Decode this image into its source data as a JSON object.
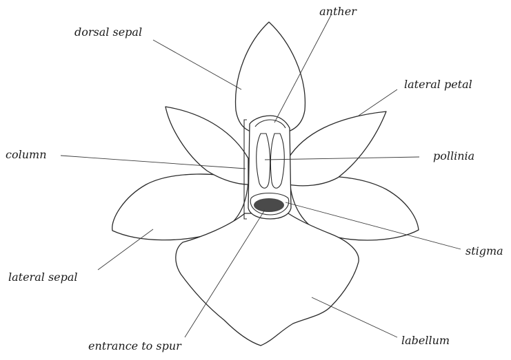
{
  "diagram": {
    "labels": {
      "anther": "anther",
      "dorsal_sepal": "dorsal sepal",
      "lateral_petal": "lateral petal",
      "column": "column",
      "pollinia": "pollinia",
      "stigma": "stigma",
      "lateral_sepal": "lateral sepal",
      "entrance_to_spur": "entrance to spur",
      "labellum": "labellum"
    }
  }
}
